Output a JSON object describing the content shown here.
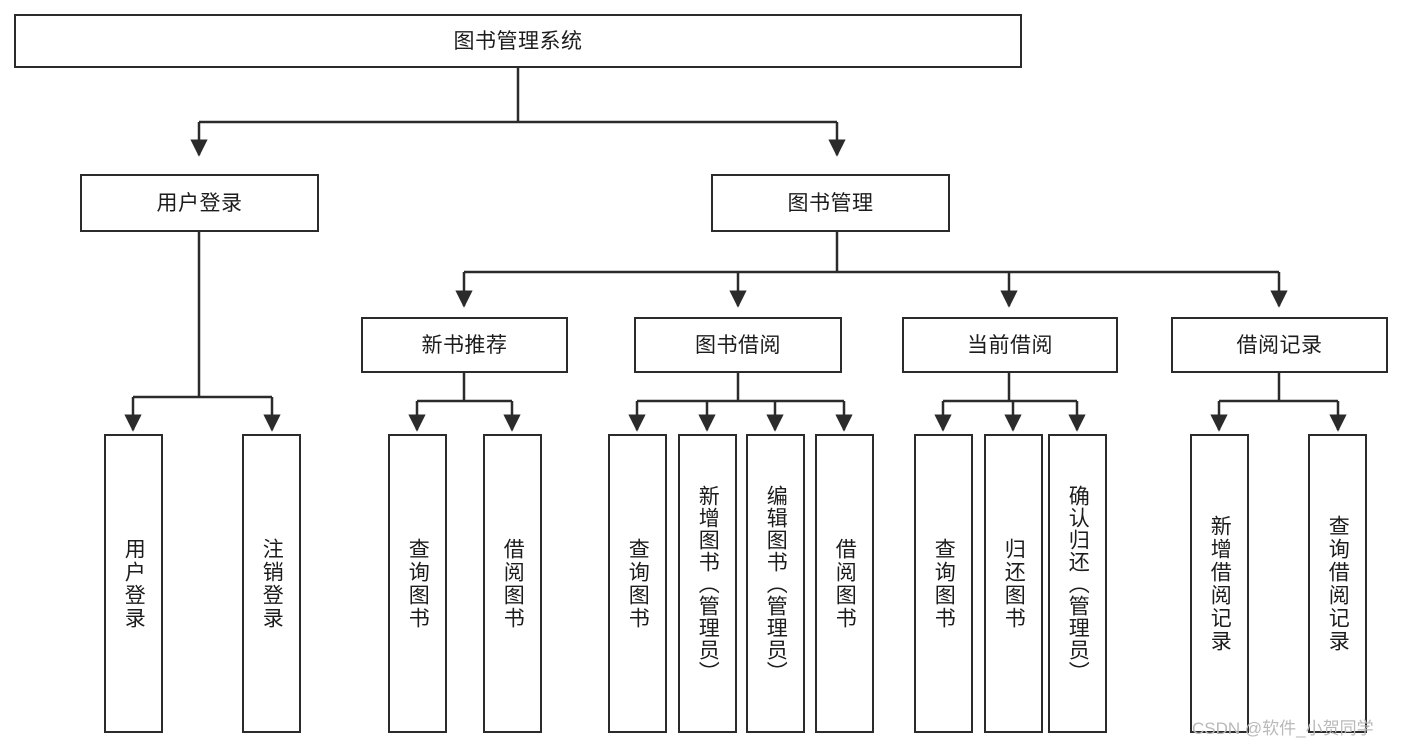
{
  "diagram": {
    "title": "图书管理系统",
    "type": "tree",
    "colors": {
      "box_border": "#2b2b2b",
      "box_fill": "#ffffff",
      "connector": "#2b2b2b",
      "text": "#1c1c1c",
      "watermark": "#b9b9b9",
      "background": "#ffffff"
    },
    "root": {
      "label": "图书管理系统"
    },
    "level1": [
      {
        "label": "用户登录"
      },
      {
        "label": "图书管理"
      }
    ],
    "level2": [
      {
        "label": "新书推荐"
      },
      {
        "label": "图书借阅"
      },
      {
        "label": "当前借阅"
      },
      {
        "label": "借阅记录"
      }
    ],
    "leaves": [
      {
        "label": "用户登录",
        "parent": "用户登录",
        "tall": false
      },
      {
        "label": "注销登录",
        "parent": "用户登录",
        "tall": false
      },
      {
        "label": "查询图书",
        "parent": "新书推荐",
        "tall": false
      },
      {
        "label": "借阅图书",
        "parent": "新书推荐",
        "tall": false
      },
      {
        "label": "查询图书",
        "parent": "图书借阅",
        "tall": false
      },
      {
        "label": "新增图书（管理员）",
        "parent": "图书借阅",
        "tall": true
      },
      {
        "label": "编辑图书（管理员）",
        "parent": "图书借阅",
        "tall": true
      },
      {
        "label": "借阅图书",
        "parent": "图书借阅",
        "tall": false
      },
      {
        "label": "查询图书",
        "parent": "当前借阅",
        "tall": false
      },
      {
        "label": "归还图书",
        "parent": "当前借阅",
        "tall": false
      },
      {
        "label": "确认归还（管理员）",
        "parent": "当前借阅",
        "tall": true
      },
      {
        "label": "新增借阅记录",
        "parent": "借阅记录",
        "tall": false
      },
      {
        "label": "查询借阅记录",
        "parent": "借阅记录",
        "tall": false
      }
    ]
  },
  "watermark": {
    "text": "CSDN @软件_小贺同学"
  }
}
